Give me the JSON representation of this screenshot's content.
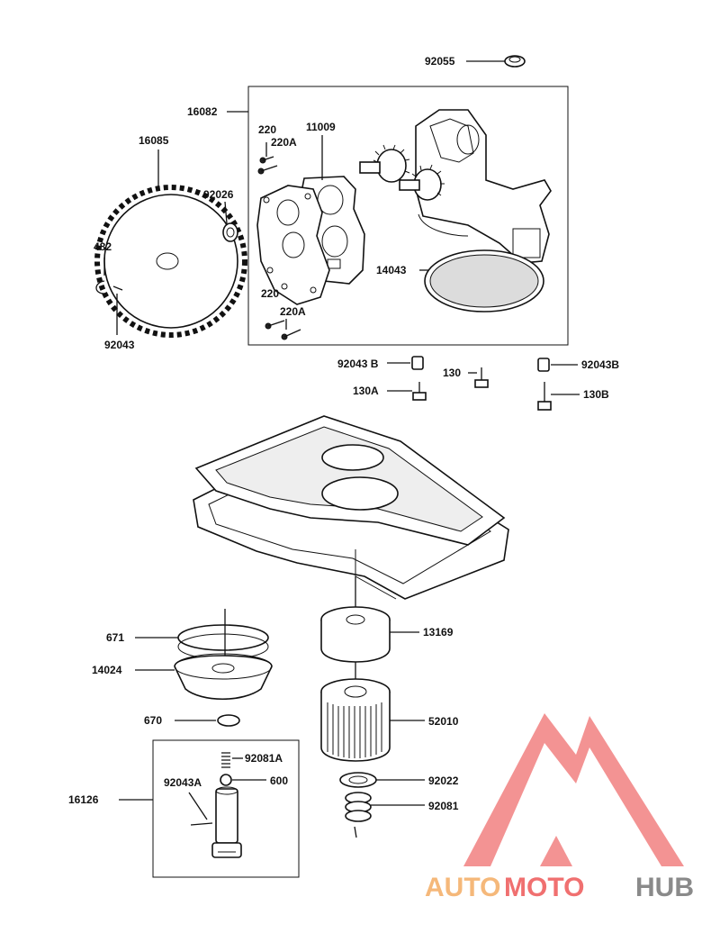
{
  "labels": {
    "p92055": "92055",
    "p16082": "16082",
    "p220_top": "220",
    "p220A_top": "220A",
    "p11009": "11009",
    "p16085": "16085",
    "p92026": "92026",
    "p482": "482",
    "p92043": "92043",
    "p14043": "14043",
    "p220_bot": "220",
    "p220A_bot": "220A",
    "p92043B_left": "92043 B",
    "p130": "130",
    "p92043B_right": "92043B",
    "p130A": "130A",
    "p130B": "130B",
    "p671": "671",
    "p14024": "14024",
    "p13169": "13169",
    "p670": "670",
    "p52010": "52010",
    "p92081A": "92081A",
    "p16126": "16126",
    "p92043A": "92043A",
    "p600": "600",
    "p92022": "92022",
    "p92081": "92081"
  },
  "watermark": {
    "part1": "AUTO",
    "part2": "MOTO",
    "part3": "HUB",
    "color1": "#f5b87a",
    "color2": "#f07070",
    "color3": "#8a8a8a",
    "logo_color": "#f07070"
  }
}
